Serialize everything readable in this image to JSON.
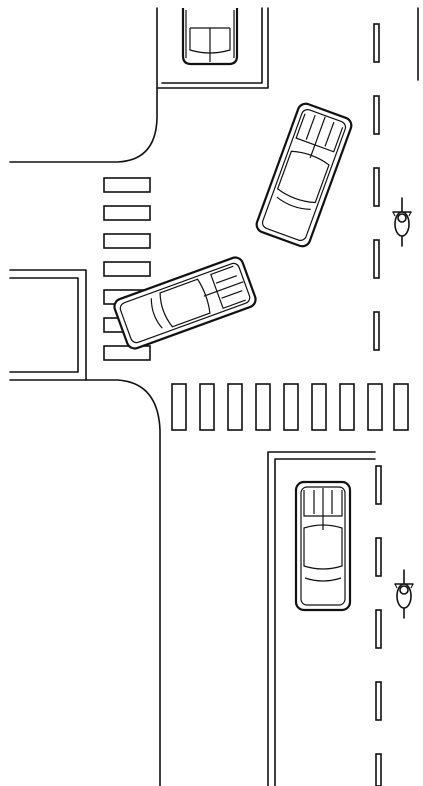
{
  "scene": {
    "colors": {
      "ink": "#111111",
      "background": "#ffffff"
    },
    "elements": {
      "curbs": "curb-lines",
      "crosswalk_left": "zebra-crossing-vertical",
      "crosswalk_bottom": "zebra-crossing-horizontal",
      "lane_markings": "dashed-center-line",
      "parked_cars": 2,
      "moving_cars": 2,
      "bicycles": 2
    }
  }
}
